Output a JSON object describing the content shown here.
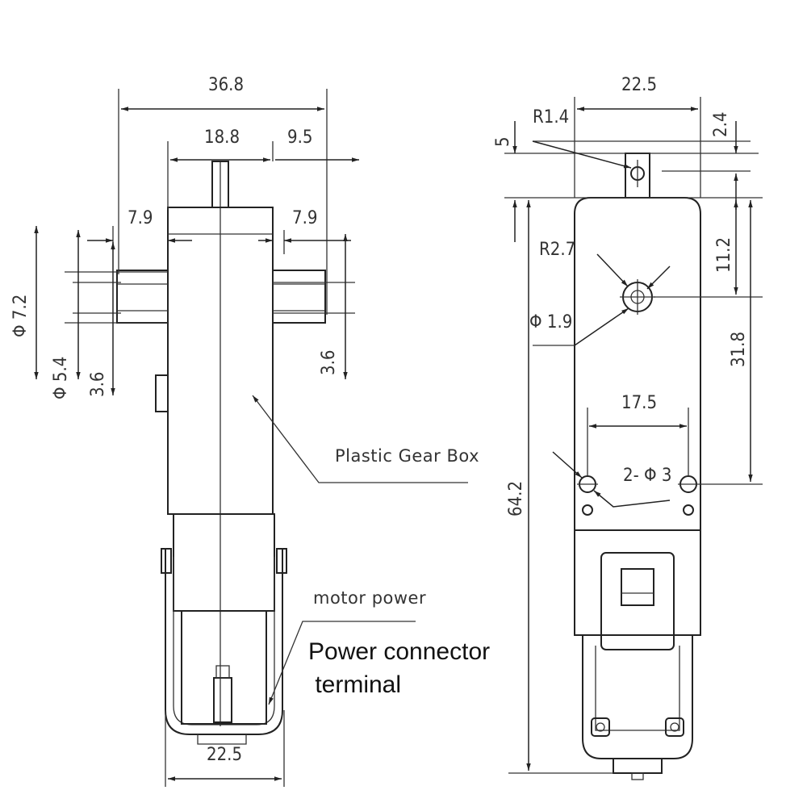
{
  "dims": {
    "overall_width": "36.8",
    "gearbox_width": "18.8",
    "shaft_offset": "9.5",
    "left_offset": "7.9",
    "right_offset": "7.9",
    "shaft_dia": "Φ 7.2",
    "shaft_flat": "Φ 5.4",
    "left_flat": "3.6",
    "right_flat": "3.6",
    "bottom_width": "22.5",
    "side_width": "22.5",
    "tab_radius": "R1.4",
    "tab_height": "5",
    "tab_offset": "2.4",
    "hole_radius": "R2.7",
    "hole_dia": "Φ 1.9",
    "hole_offset": "11.2",
    "hole_to_mount": "31.8",
    "mount_spacing": "17.5",
    "mount_holes": "2- Φ 3",
    "overall_height": "64.2"
  },
  "labels": {
    "gearbox": "Plastic Gear Box",
    "motor_power": "motor power",
    "connector_line1": "Power connector",
    "connector_line2": " terminal"
  }
}
